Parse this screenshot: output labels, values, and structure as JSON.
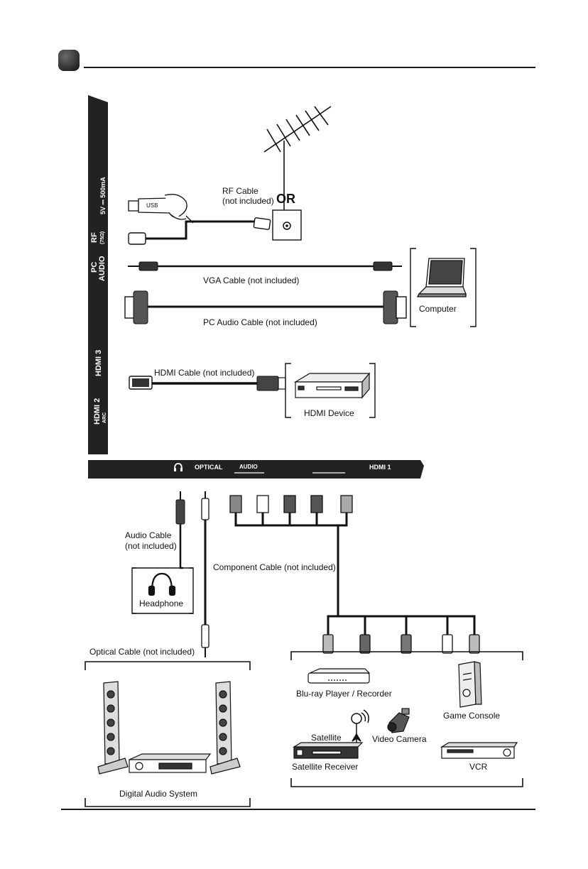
{
  "page": {
    "top_rule_color": "#1a1a1a",
    "bullet_icon": "rounded-square-bullet-icon"
  },
  "side_panel": {
    "ports": [
      "5V ⎓ 500mA",
      "RF",
      "(75Ω)",
      "PC",
      "AUDIO",
      "HDMI 3",
      "HDMI 2",
      "ARC"
    ]
  },
  "bottom_panel": {
    "ports": [
      "OPTICAL",
      "AUDIO",
      "HDMI 1"
    ],
    "headphone_icon": "headphone-jack-icon"
  },
  "labels": {
    "rf_cable": "RF Cable",
    "rf_not_included": "(not included)",
    "or": "OR",
    "usb": "USB",
    "vga_cable": "VGA Cable  (not included)",
    "pc_audio_cable": "PC Audio Cable  (not included)",
    "computer": "Computer",
    "hdmi_cable": "HDMI Cable (not included)",
    "hdmi_device": "HDMI Device",
    "audio_cable": "Audio Cable",
    "audio_not_included": "(not included)",
    "component_cable": "Component Cable (not included)",
    "headphone": "Headphone",
    "optical_cable": "Optical Cable (not included)",
    "digital_audio_system": "Digital Audio System",
    "bluray": "Blu-ray Player / Recorder",
    "game_console": "Game Console",
    "satellite": "Satellite",
    "video_camera": "Video Camera",
    "satellite_receiver": "Satellite Receiver",
    "vcr": "VCR"
  }
}
